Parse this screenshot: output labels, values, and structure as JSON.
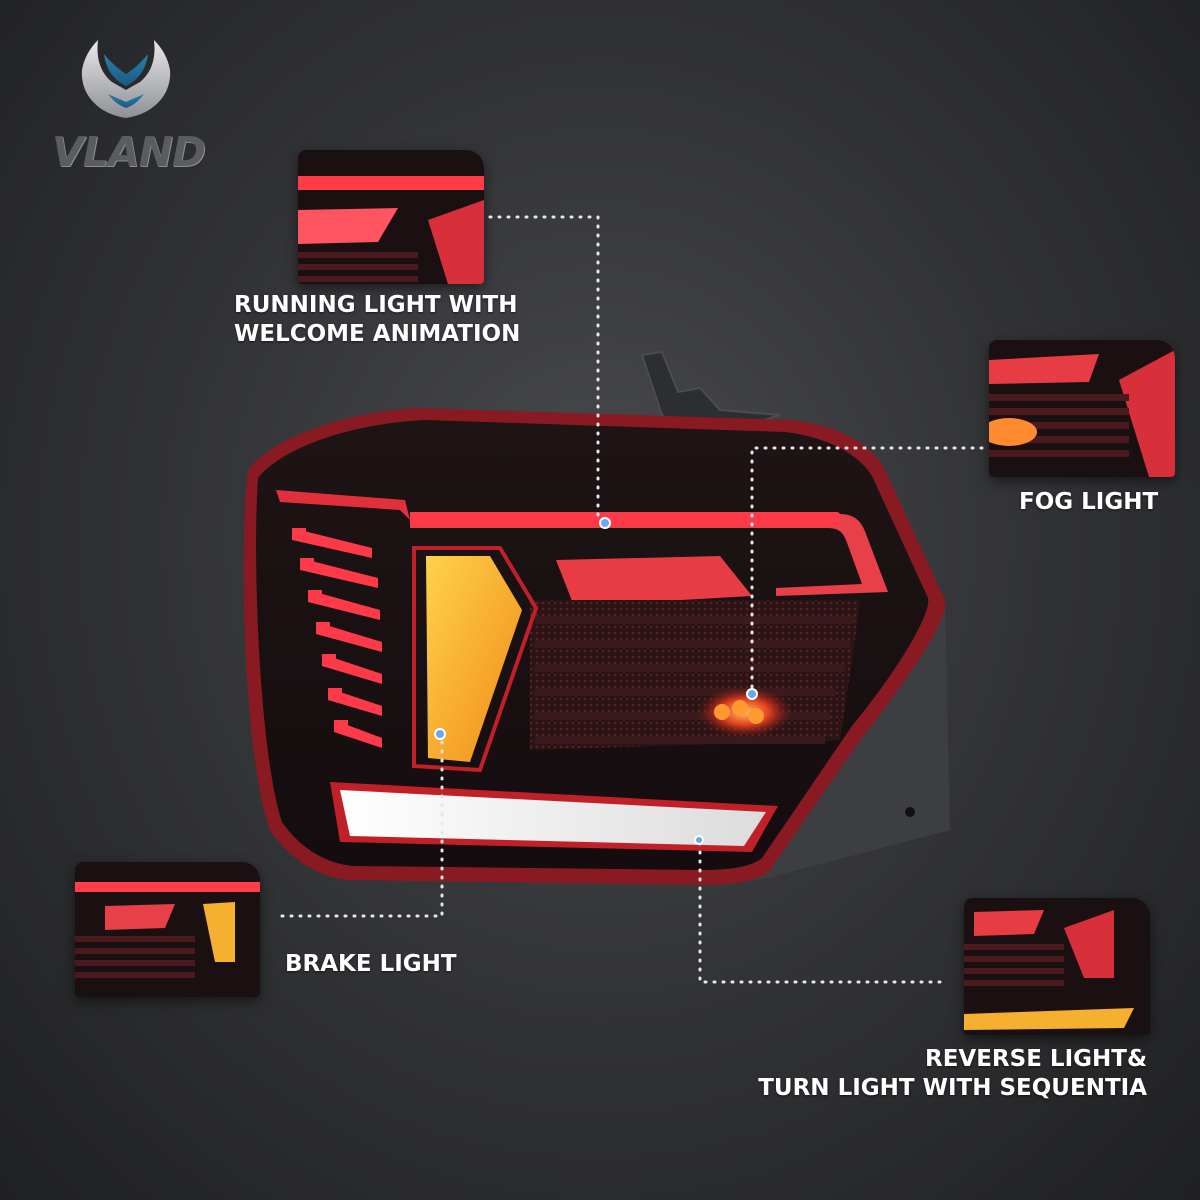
{
  "brand": {
    "logo_text": "VLAND"
  },
  "callouts": {
    "running_light": {
      "line1": "RUNNING LIGHT WITH",
      "line2": "WELCOME ANIMATION"
    },
    "fog_light": {
      "line1": "FOG LIGHT"
    },
    "brake_light": {
      "line1": "BRAKE LIGHT"
    },
    "reverse_light": {
      "line1": "REVERSE LIGHT&",
      "line2": "TURN LIGHT WITH SEQUENTIA"
    }
  },
  "colors": {
    "accent_red": "#e0303c",
    "amber": "#f0b020",
    "reverse_white": "#f2f2f2",
    "callout_dot": "#6aa8e8",
    "callout_line": "#e8e8e8"
  }
}
